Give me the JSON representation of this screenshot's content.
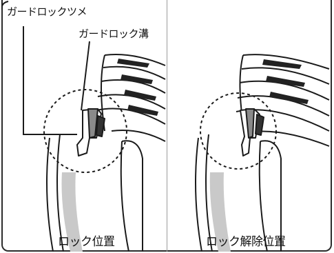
{
  "figure": {
    "left_panel": {
      "callout_claw": "ガードロックツメ",
      "callout_groove": "ガードロック溝",
      "caption": "ロック位置"
    },
    "right_panel": {
      "caption": "ロック解除位置"
    }
  }
}
